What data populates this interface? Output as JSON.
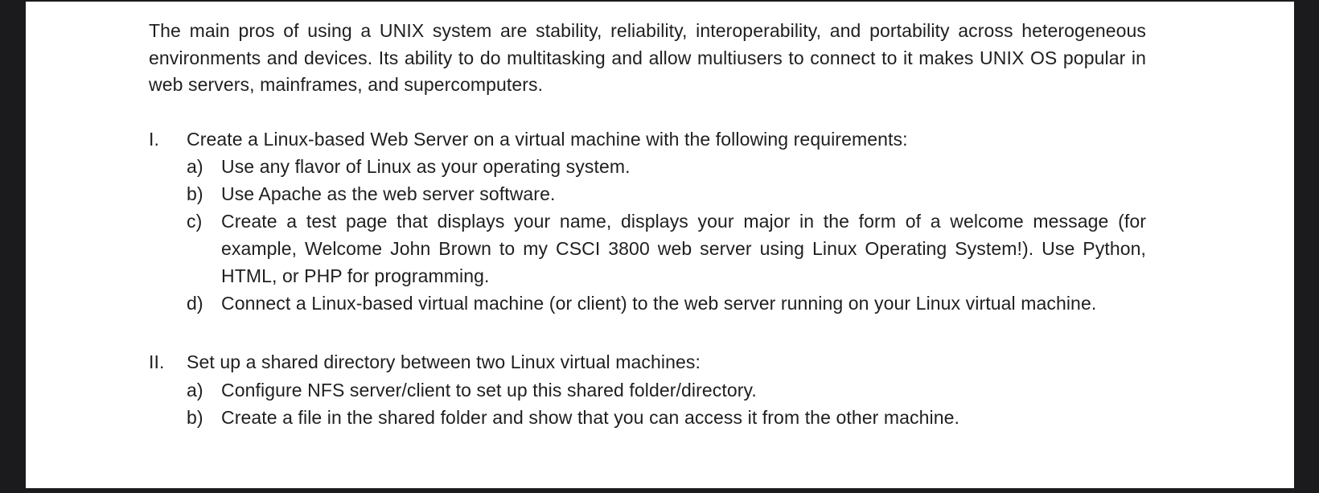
{
  "page": {
    "background_color": "#ffffff",
    "border_bar_color": "#1b1b1d",
    "text_color": "#1f1f1f"
  },
  "document": {
    "intro_paragraph": "The main pros of using a UNIX system are stability, reliability, interoperability, and portability across heterogeneous environments and devices. Its ability to do multitasking and allow multiusers to connect to it makes UNIX OS popular in web servers, mainframes, and supercomputers.",
    "tasks": [
      {
        "numeral": "I.",
        "title": "Create a Linux-based Web Server on a virtual machine with the following requirements:",
        "subitems": [
          {
            "label": "a)",
            "text": "Use any flavor of Linux as your operating system."
          },
          {
            "label": "b)",
            "text": "Use Apache as the web server software."
          },
          {
            "label": "c)",
            "text": "Create a test page that displays your name, displays your major in the form of a welcome message (for example, Welcome John Brown to my CSCI 3800 web server using Linux Operating System!). Use Python, HTML, or PHP for programming."
          },
          {
            "label": "d)",
            "text": "Connect a Linux-based virtual machine (or client) to the web server running on your Linux virtual machine."
          }
        ]
      },
      {
        "numeral": "II.",
        "title": "Set up a shared directory between two Linux virtual machines:",
        "subitems": [
          {
            "label": "a)",
            "text": "Configure NFS server/client to set up this shared folder/directory."
          },
          {
            "label": "b)",
            "text": "Create a file in the shared folder and show that you can access it from the other machine."
          }
        ]
      }
    ]
  }
}
